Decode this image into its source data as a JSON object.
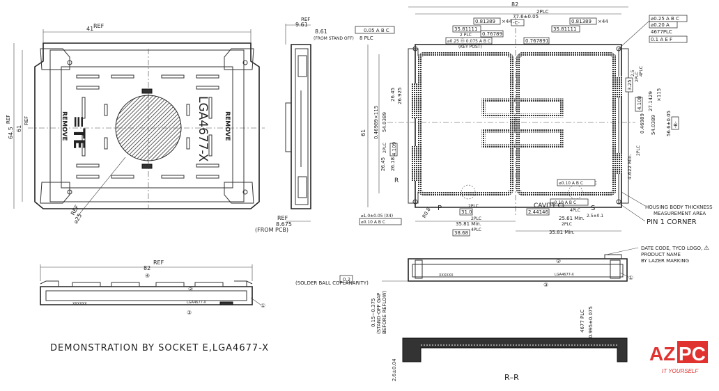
{
  "caption": "DEMONSTRATION BY SOCKET E,LGA4677-X",
  "logo": {
    "a": "AZ",
    "b": "PC",
    "tag": "IT YOURSELF",
    "color_red": "#e0322f"
  },
  "top_view": {
    "ref_41": "41",
    "ref_41_label": "REF",
    "ref_645": "64.5",
    "ref_645_label": "REF",
    "ref_61": "61",
    "ref_61_label": "REF",
    "diameter": "⌀25",
    "diameter_label": "REF",
    "part_label": "LGA4677-X",
    "remove_left": "REMOVE",
    "remove_right": "REMOVE",
    "brand": "≡TE"
  },
  "side_view": {
    "ref_961_label": "REF",
    "ref_961": "9.61",
    "ref_861": "8.61",
    "ref_861_note": "(FROM STAND OFF)",
    "ref_8675_label": "REF",
    "ref_8675": "8.675",
    "ref_8675_note": "(FROM PCB)"
  },
  "bottom_left": {
    "ref_label": "REF",
    "width": "82",
    "marker_1": "①",
    "marker_2": "②",
    "marker_3": "③",
    "marker_4": "④",
    "text_x": "XXXXXX",
    "text_part": "LGA4677-X"
  },
  "socket_dims": {
    "d82": "82",
    "plc2_top": "2PLC",
    "d0813_l": "0.81389",
    "x44_l": "×44",
    "d776": "77.6±0.05",
    "datum_c": "-C-",
    "d0813_r": "0.81389",
    "x44_r": "×44",
    "d358111_l": "35.81111",
    "d358111_r": "35.81111",
    "fcf_005abc": "0.05 A B C",
    "plc8": "8 PLC",
    "plc2_b": "2 PLC",
    "d0767": "0.76789",
    "fcf_025": "⌀0.25 ⓜ 0.075 A B C",
    "keypost": "(KEY POST)",
    "d076789b": "0.767891",
    "fcf_r1": "⌀0.25 A B C",
    "fcf_r2": "⌀0.20 A",
    "plc4677": "4677PLC",
    "fcf_r3": "0.1 A E F",
    "d61": "61",
    "d046": "0.46989×115",
    "d54030": "54.0389",
    "d2645": "26.45",
    "d26925": "26.925",
    "plc2_c": "2PLC",
    "d4109_l": "4.109",
    "d2645b": "26.45",
    "d2618": "26.18",
    "d2plc_r": "2PLC",
    "d25": "2.5",
    "d4plc": "4PLC",
    "d325": "3.25",
    "d4108": "4.108",
    "d27143": "27.1429",
    "d04698": "0.46989",
    "d54038": "54.0389",
    "x115": "×115",
    "d566": "56.6±0.05",
    "datum_b": "-B-",
    "d4622": "4.622 Min.",
    "plc2_d": "2PLC",
    "fcf_010": "⌀0.10 A B C",
    "plc2_e": "2PLC",
    "fcf_010b": "⌀0.10 A B C",
    "letter_r": "R",
    "letter_p": "P",
    "letter_s": "S",
    "cavity": "CAVITY CL",
    "plc2_f": "2PLC",
    "d310": "31.0",
    "d2441": "2.44146",
    "d4plc_b": "4PLC",
    "d25b": "2.5±0.1",
    "fcf_ll1": "⌀1.0±0.05 (X4)",
    "fcf_ll2": "⌀0.10 A B C",
    "d30r": "R0.8",
    "d3581min": "35.81 Min.",
    "d2plc_g": "2PLC",
    "d2561": "25.61 Min.",
    "d2plc_h": "2PLC",
    "d4plc_c": "4PLC",
    "d3868": "38.68",
    "d3581min_b": "35.81 Min.",
    "housing_note_1": "HOUSING BODY THICKNESS",
    "housing_note_2": "MEASUREMENT AREA",
    "pin1": "PIN 1 CORNER"
  },
  "lower_right": {
    "date_note_1": "DATE CODE, TYCO LOGO,",
    "date_note_2": "PRODUCT NAME",
    "date_note_3": "BY LAZER MARKING",
    "warn": "⚠",
    "fcf_02": "0.2",
    "coplanarity": "(SOLDER BALL COPLANARITY)",
    "gap_1": "0.15~0.375",
    "gap_2": "(STAND-OFF GAP",
    "gap_3": "BEFORE REFLOW)",
    "plc4677": "4677 PLC",
    "d0995": "0.995±0.075",
    "d264": "2.6±0.04",
    "section": "R–R",
    "marker_1": "①",
    "marker_2": "②",
    "marker_3": "③",
    "text_x": "XXXXXX",
    "text_part": "LGA4677-X"
  }
}
